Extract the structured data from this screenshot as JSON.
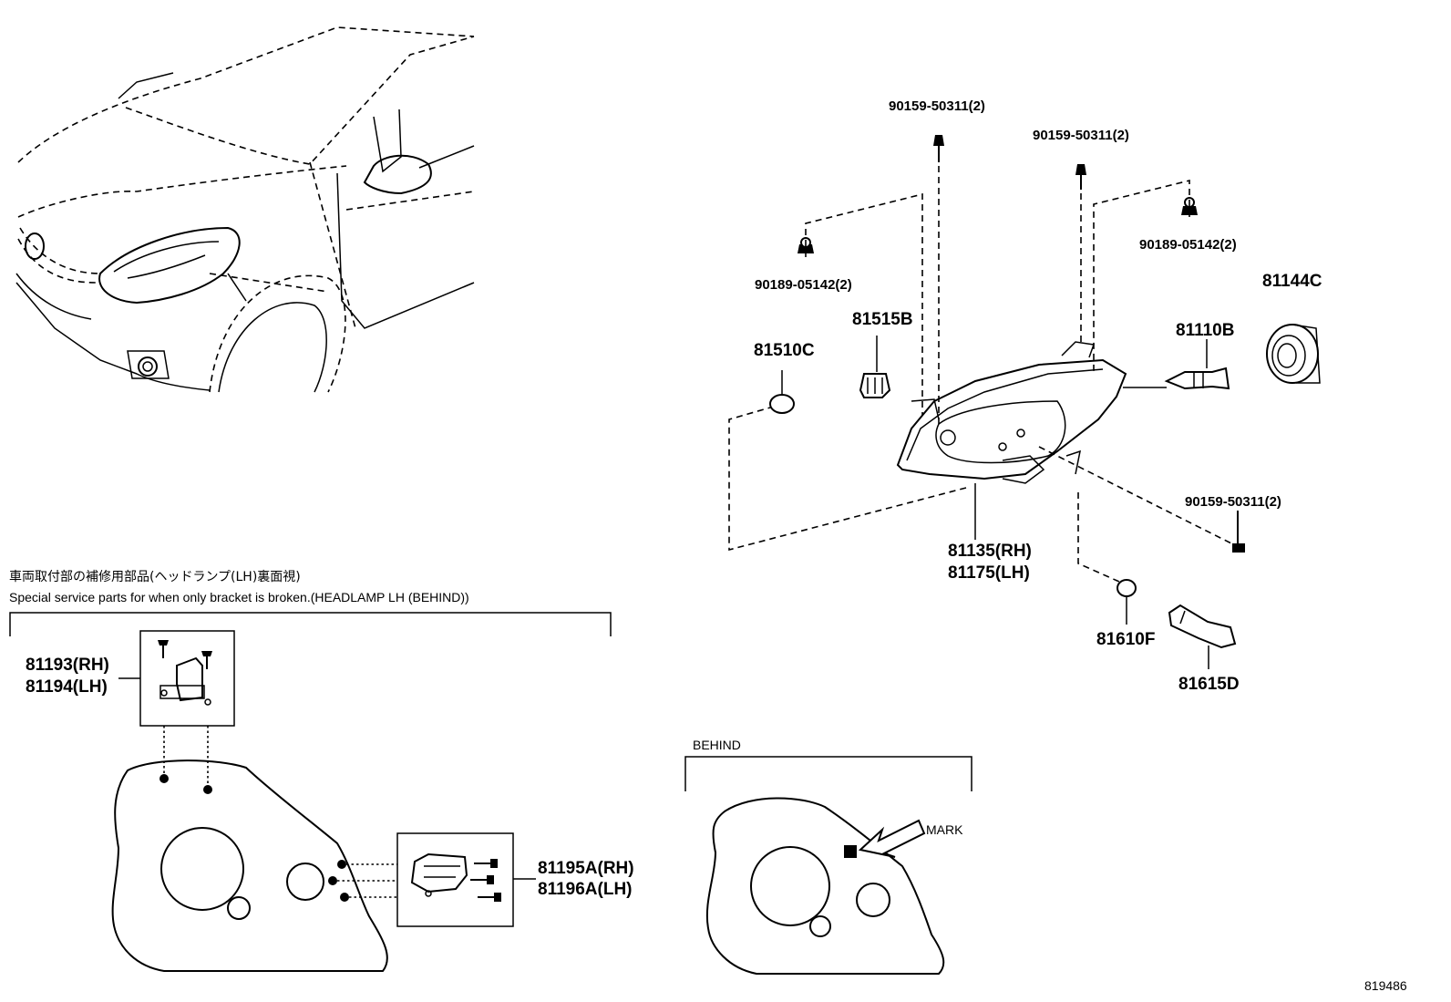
{
  "labels": {
    "p90159_a": "90159-50311(2)",
    "p90159_b": "90159-50311(2)",
    "p90189_a": "90189-05142(2)",
    "p90189_b": "90189-05142(2)",
    "p81144C": "81144C",
    "p81515B": "81515B",
    "p81110B": "81110B",
    "p81510C": "81510C",
    "p90159_c": "90159-50311(2)",
    "p81135": "81135(RH)",
    "p81175": "81175(LH)",
    "p81610F": "81610F",
    "p81615D": "81615D",
    "p81193": "81193(RH)",
    "p81194": "81194(LH)",
    "p81195A": "81195A(RH)",
    "p81196A": "81196A(LH)"
  },
  "section": {
    "title_jp": "車両取付部の補修用部品(ヘッドランプ(LH)裏面視)",
    "title_en": "Special service parts for when only bracket is broken.(HEADLAMP LH (BEHIND))"
  },
  "behind": {
    "title": "BEHIND",
    "mark": "MARK"
  },
  "figure_number": "819486"
}
